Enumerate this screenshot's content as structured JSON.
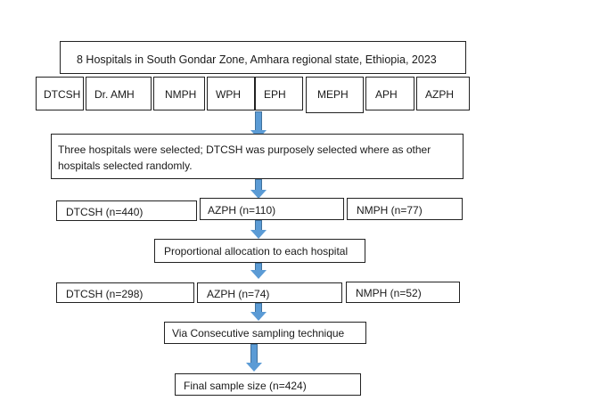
{
  "title": "8 Hospitals in South Gondar Zone, Amhara regional state, Ethiopia, 2023",
  "hospitals": [
    "DTCSH",
    "Dr. AMH",
    "NMPH",
    "WPH",
    "EPH",
    "MEPH",
    "APH",
    "AZPH"
  ],
  "selection_text": "Three hospitals were selected; DTCSH was purposely selected where as other hospitals selected randomly.",
  "populations": [
    "DTCSH (n=440)",
    "AZPH (n=110)",
    "NMPH (n=77)"
  ],
  "allocation_text": "Proportional allocation to each hospital",
  "samples": [
    "DTCSH (n=298)",
    "AZPH (n=74)",
    "NMPH (n=52)"
  ],
  "technique_text": "Via Consecutive sampling technique",
  "final_text": "Final sample size (n=424)"
}
